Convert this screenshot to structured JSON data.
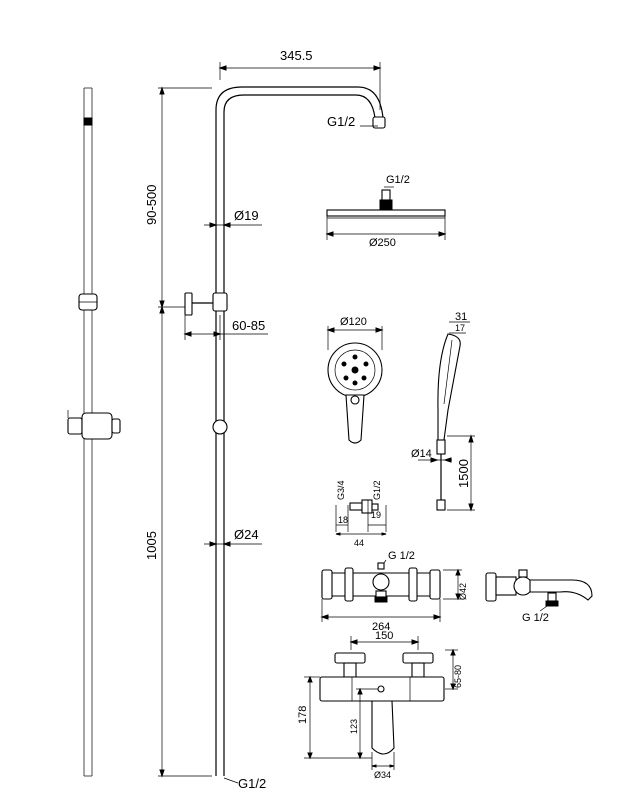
{
  "labels": {
    "top_width": "345.5",
    "top_thread": "G1/2",
    "height_upper": "90-500",
    "pipe_dia_upper": "Ø19",
    "offset": "60-85",
    "height_lower": "1005",
    "pipe_dia_lower": "Ø24",
    "bottom_thread": "G1/2",
    "head_thread": "G1/2",
    "head_dia": "Ø250",
    "hand_dia": "Ø120",
    "hand_side_width": "31",
    "hand_side_depth": "17",
    "hose_dia": "Ø14",
    "hose_length": "1500",
    "conn_thread_a": "G3/4",
    "conn_thread_b": "G1/2",
    "conn_dim_a": "18",
    "conn_dim_b": "19",
    "conn_dim_total": "44",
    "mixer_thread": "G 1/2",
    "mixer_height": "Ø42",
    "mixer_width": "264",
    "spout_thread": "G 1/2",
    "bottom_spacing": "150",
    "bottom_range": "65-80",
    "bottom_total_h": "178",
    "bottom_spout_h": "123",
    "bottom_spout_dia": "Ø34"
  }
}
